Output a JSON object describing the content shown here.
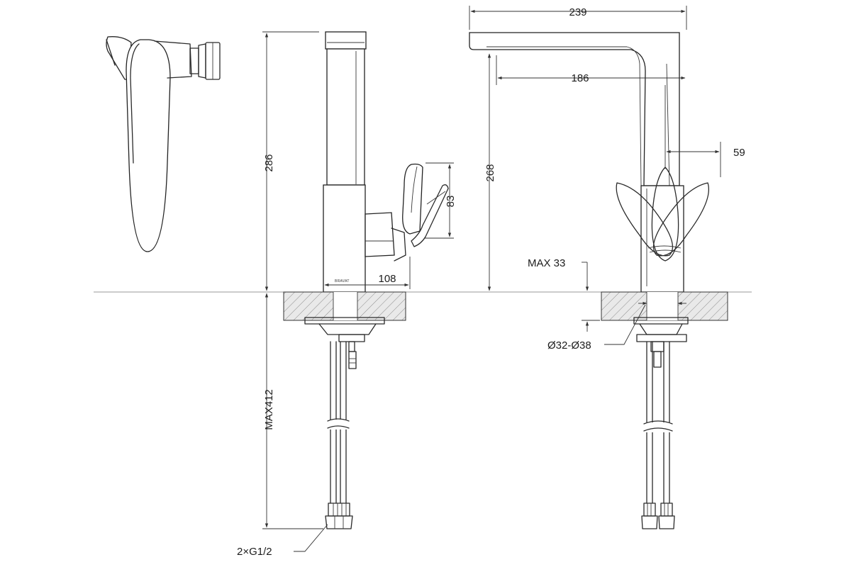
{
  "dimensions": {
    "total_height": "286",
    "spout_height": "268",
    "spout_reach": "239",
    "spout_reach_inner": "186",
    "handle_offset": "59",
    "lever_height": "83",
    "lever_depth": "108",
    "counter_thickness": "MAX 33",
    "mount_hole": "Ø32-Ø38",
    "hose_length": "MAX412",
    "connection": "2×G1/2"
  },
  "brand_mark": "BRAVAT"
}
